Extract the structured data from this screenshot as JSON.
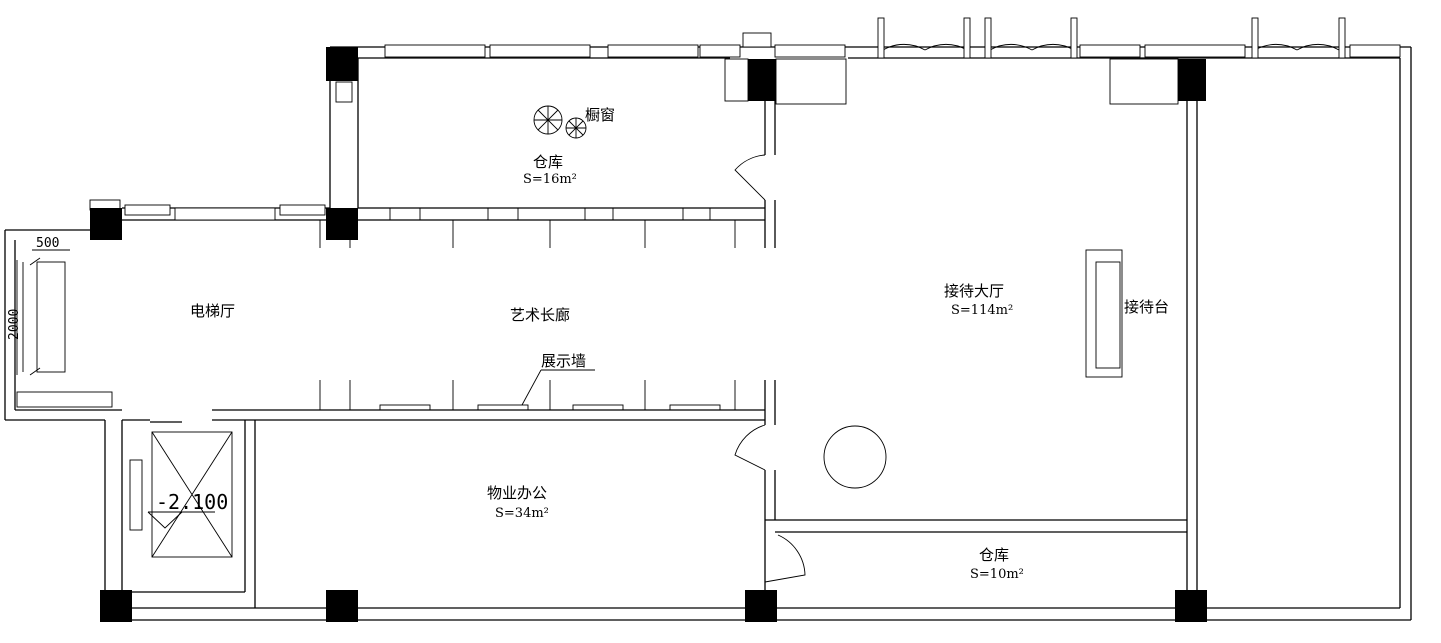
{
  "rooms": {
    "storage_top": {
      "name": "仓库",
      "area": "S=16m²"
    },
    "showcase": {
      "name": "橱窗"
    },
    "elevator_hall": {
      "name": "电梯厅"
    },
    "art_corridor": {
      "name": "艺术长廊"
    },
    "display_wall": {
      "name": "展示墙"
    },
    "reception_hall": {
      "name": "接待大厅",
      "area": "S=114m²"
    },
    "reception_desk": {
      "name": "接待台"
    },
    "property_office": {
      "name": "物业办公",
      "area": "S=34m²"
    },
    "storage_bottom": {
      "name": "仓库",
      "area": "S=10m²"
    }
  },
  "dimensions": {
    "width_500": "500",
    "height_2000": "2000",
    "elevation": "-2.100"
  }
}
